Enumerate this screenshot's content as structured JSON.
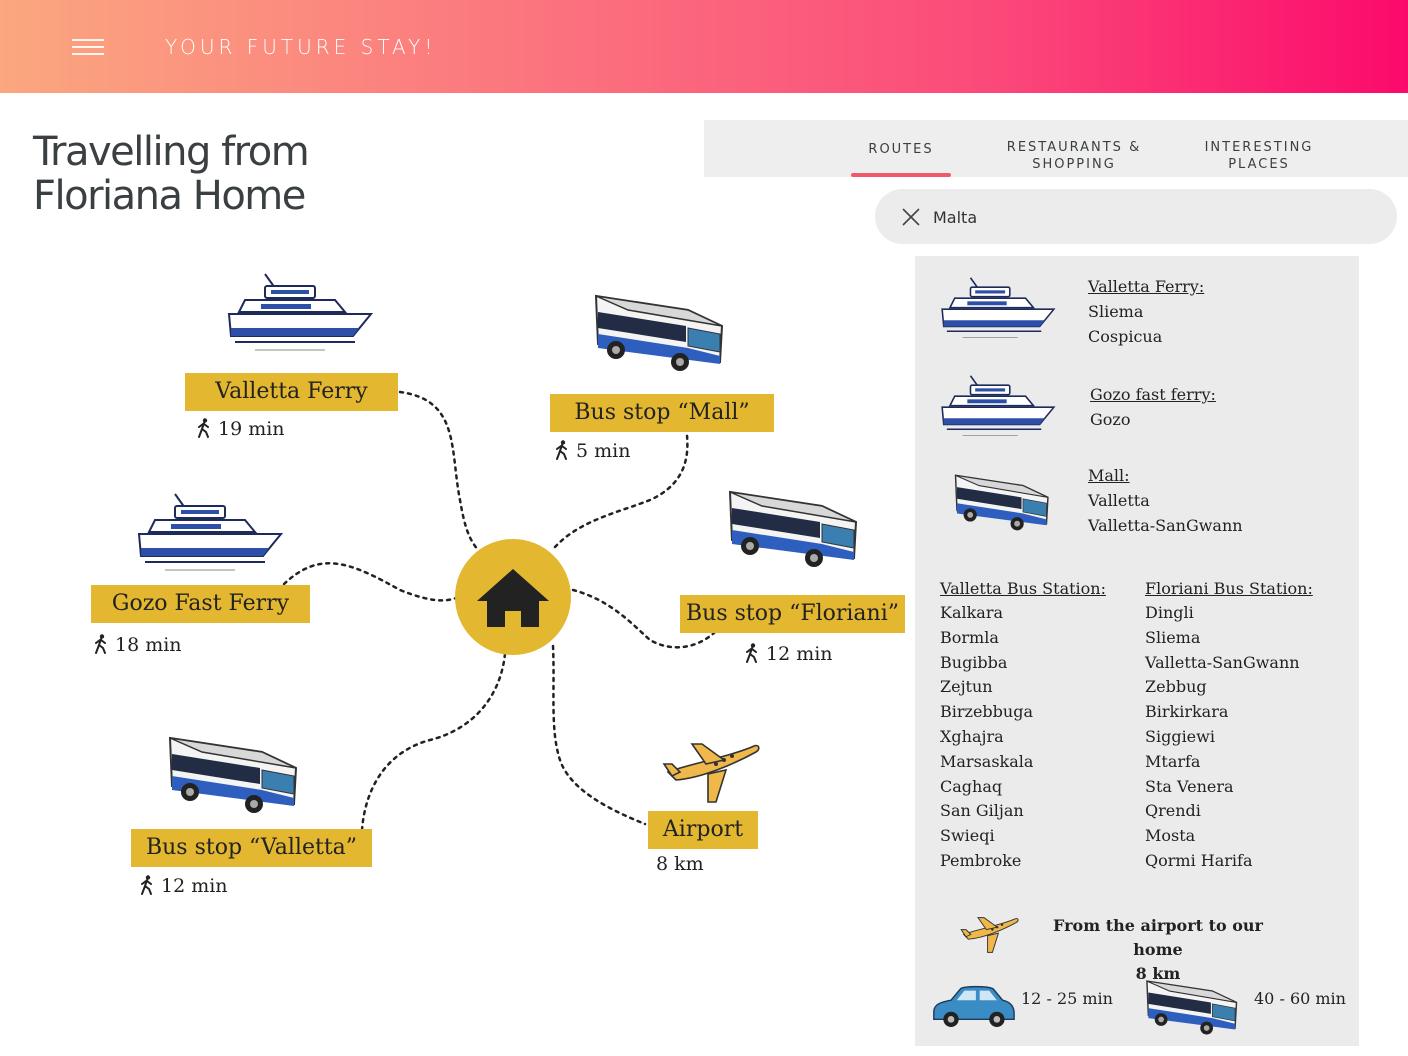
{
  "header": {
    "title": "YOUR FUTURE STAY!"
  },
  "page_title": {
    "line1": "Travelling from",
    "line2": "Floriana Home"
  },
  "tabs": [
    {
      "line1": "ROUTES",
      "line2": ""
    },
    {
      "line1": "RESTAURANTS &",
      "line2": "SHOPPING"
    },
    {
      "line1": "INTERESTING",
      "line2": "PLACES"
    }
  ],
  "search": {
    "value": "Malta"
  },
  "diagram": {
    "valletta_ferry": {
      "label": "Valletta Ferry",
      "time": "19 min"
    },
    "gozo_ferry": {
      "label": "Gozo Fast Ferry",
      "time": "18 min"
    },
    "bus_mall": {
      "label": "Bus stop “Mall”",
      "time": "5 min"
    },
    "bus_floriani": {
      "label": "Bus stop “Floriani”",
      "time": "12 min"
    },
    "bus_valletta": {
      "label": "Bus stop “Valletta”",
      "time": "12 min"
    },
    "airport": {
      "label": "Airport",
      "distance": "8 km"
    }
  },
  "panel": {
    "valletta_ferry": {
      "title": "Valletta Ferry:",
      "stops": [
        "Sliema",
        "Cospicua"
      ]
    },
    "gozo_ferry": {
      "title": "Gozo fast ferry:",
      "stops": [
        "Gozo"
      ]
    },
    "mall": {
      "title": "Mall:",
      "stops": [
        "Valletta",
        "Valletta-SanGwann"
      ]
    },
    "valletta_station": {
      "title": "Valletta Bus Station:",
      "stops": [
        "Kalkara",
        "Bormla",
        "Bugibba",
        "Zejtun",
        "Birzebbuga",
        "Xghajra",
        "Marsaskala",
        "Caghaq",
        "San Giljan",
        "Swieqi",
        "Pembroke"
      ]
    },
    "floriani_station": {
      "title": "Floriani Bus Station:",
      "stops": [
        "Dingli",
        "Sliema",
        "Valletta-SanGwann",
        "Zebbug",
        "Birkirkara",
        "Siggiewi",
        "Mtarfa",
        "Sta Venera",
        "Qrendi",
        "Mosta",
        "Qormi Harifa"
      ]
    },
    "airport_note": {
      "line1": "From the airport to our home",
      "line2": "8 km"
    },
    "car_time": "12 - 25 min",
    "bus_time": "40 - 60 min"
  },
  "colors": {
    "accent_gold": "#e3b72f",
    "tab_underline": "#ef5a6a",
    "header_start": "#fba77f",
    "header_end": "#fb0a6b"
  }
}
